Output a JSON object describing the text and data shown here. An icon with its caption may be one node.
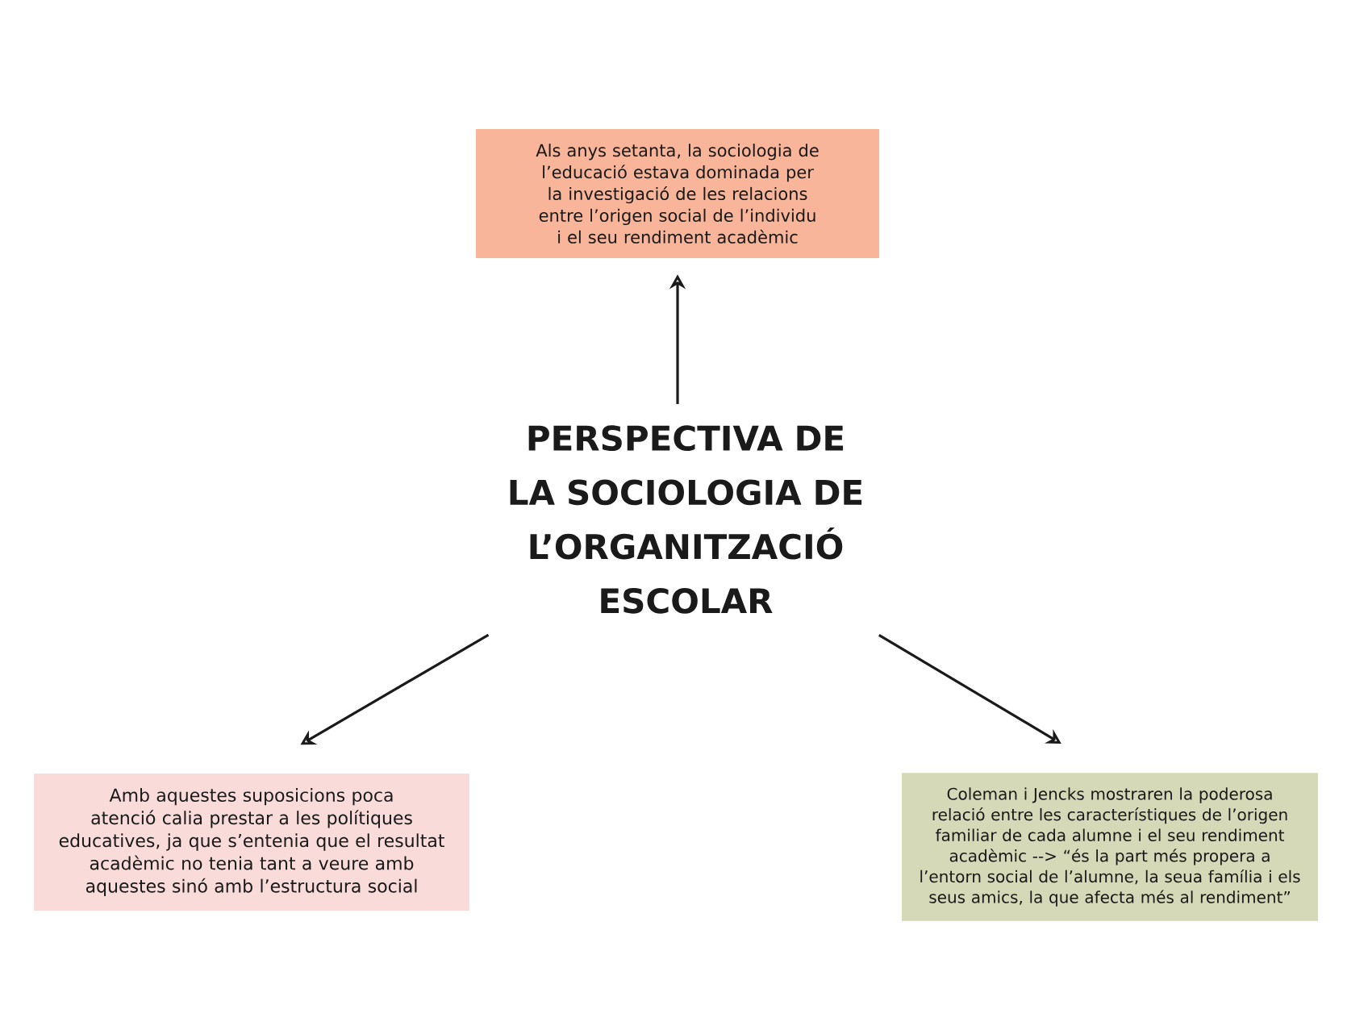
{
  "diagram": {
    "nodes": [
      {
        "text": [
          "PERSPECTIVA DE LA SOCIOLOGIA DE L’ORGANITZACIÓ ESCOLAR"
        ]
      },
      {
        "text": [
          "Als anys setanta, la sociologia de l’educació estava dominada per la investigació de les relacions entre l’origen social de l’individu i el seu rendiment acadèmic"
        ]
      },
      {
        "text": [
          "Amb aquestes suposicions poca atenció calia prestar a les polítiques educatives, ja que s’entenia que el resultat acadèmic no tenia tant a veure amb aquestes sinó amb l’estructura social"
        ]
      },
      {
        "text": [
          "Coleman i Jencks mostraren la poderosa relació entre les característiques de l’origen familiar de cada alumne i el seu rendiment acadèmic --> “és la part més propera a l’entorn social de l’alumne, la seua família i els seus amics, la que afecta més al rendiment”"
        ]
      }
    ],
    "edges": [
      {
        "from": 0,
        "to": 1,
        "arrow": "to"
      },
      {
        "from": 0,
        "to": 2,
        "arrow": "to"
      },
      {
        "from": 0,
        "to": 3,
        "arrow": "to"
      }
    ]
  }
}
